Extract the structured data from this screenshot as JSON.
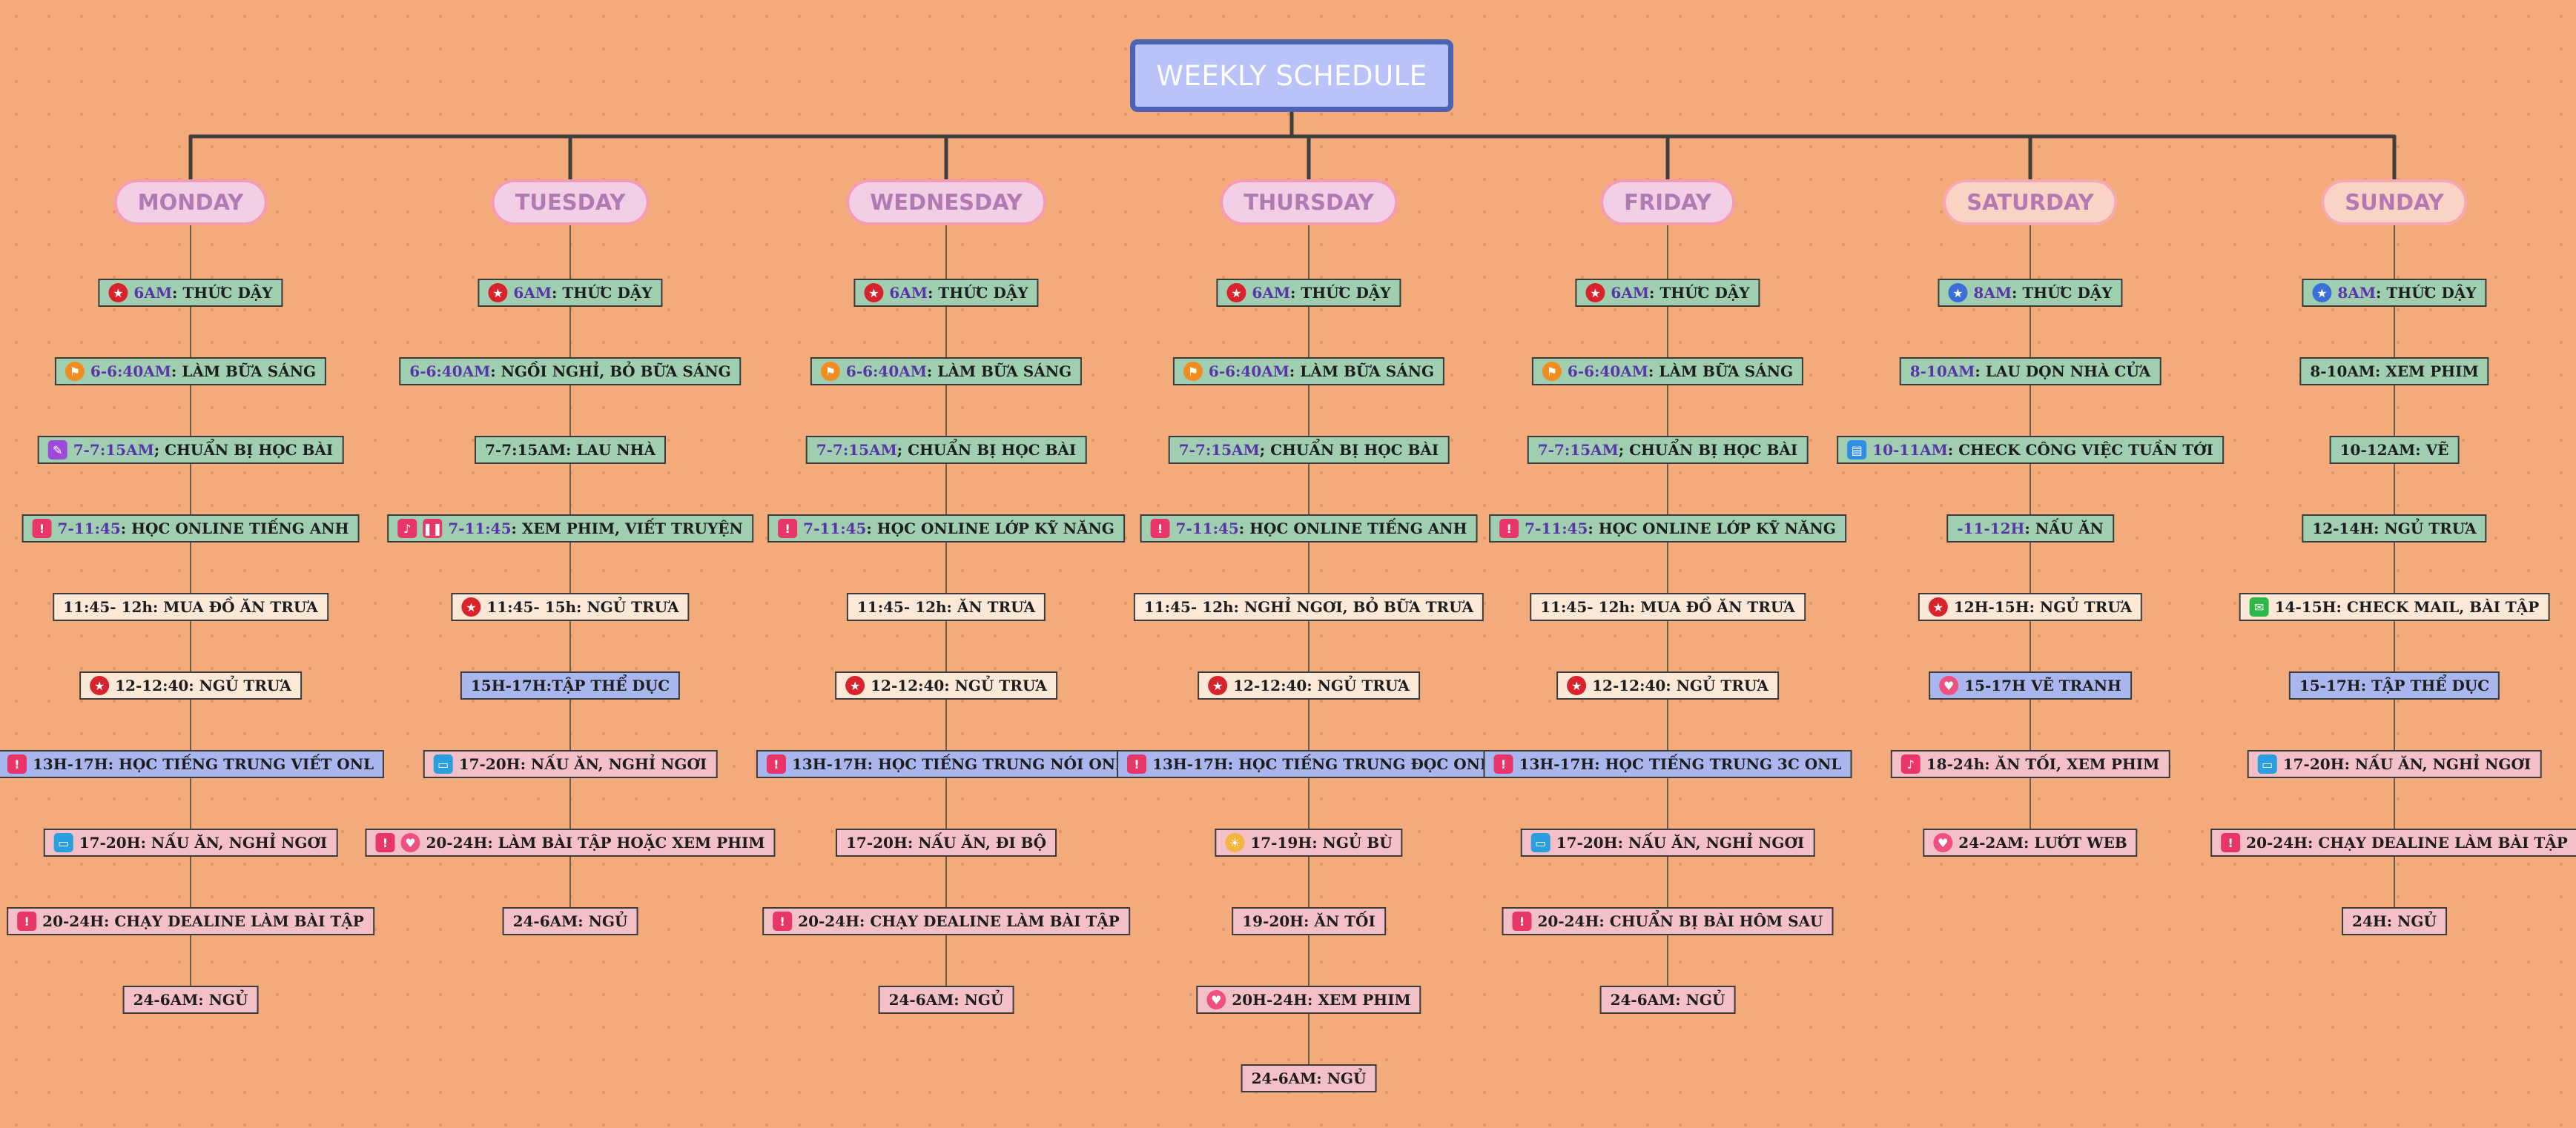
{
  "title": "WEEKLY SCHEDULE",
  "days": [
    {
      "name": "MONDAY",
      "tasks": [
        {
          "time": "6AM",
          "text": ": THỨC DẬY",
          "icons": [
            "star-icon"
          ],
          "color": "green"
        },
        {
          "time": "6-6:40AM",
          "text": ": LÀM BỮA SÁNG",
          "icons": [
            "flag-icon"
          ],
          "color": "green"
        },
        {
          "time": "7-7:15AM",
          "text": "; CHUẨN BỊ HỌC BÀI",
          "icons": [
            "pencil-icon"
          ],
          "color": "green"
        },
        {
          "time": "7-11:45",
          "text": ": HỌC ONLINE TIẾNG ANH",
          "icons": [
            "alert-icon"
          ],
          "color": "green"
        },
        {
          "time": "",
          "text": "11:45- 12h: MUA ĐỒ ĂN TRƯA",
          "icons": [],
          "color": "cream"
        },
        {
          "time": "",
          "text": "12-12:40: NGỦ TRƯA",
          "icons": [
            "star-icon"
          ],
          "color": "cream"
        },
        {
          "time": "",
          "text": "13H-17H: HỌC TIẾNG TRUNG VIẾT ONL",
          "icons": [
            "alert-icon"
          ],
          "color": "blue"
        },
        {
          "time": "",
          "text": "17-20H: NẤU ĂN, NGHỈ NGƠI",
          "icons": [
            "chat-icon"
          ],
          "color": "pink"
        },
        {
          "time": "",
          "text": "20-24H: CHẠY DEALINE LÀM BÀI TẬP",
          "icons": [
            "alert-icon"
          ],
          "color": "pink"
        },
        {
          "time": "",
          "text": "24-6AM: NGỦ",
          "icons": [],
          "color": "pink"
        }
      ]
    },
    {
      "name": "TUESDAY",
      "tasks": [
        {
          "time": "6AM",
          "text": ": THỨC DẬY",
          "icons": [
            "star-icon"
          ],
          "color": "green"
        },
        {
          "time": "6-6:40AM",
          "text": ": NGỒI NGHỈ, BỎ BỮA SÁNG",
          "icons": [],
          "color": "green"
        },
        {
          "time": "",
          "text": "7-7:15AM: LAU NHÀ",
          "icons": [],
          "color": "green"
        },
        {
          "time": "7-11:45",
          "text": ": XEM PHIM, VIẾT TRUYỆN",
          "icons": [
            "music-icon",
            "pause-icon"
          ],
          "color": "green"
        },
        {
          "time": "",
          "text": "11:45- 15h: NGỦ TRƯA",
          "icons": [
            "star-icon"
          ],
          "color": "cream"
        },
        {
          "time": "",
          "text": "15H-17H:TẬP THỂ DỤC",
          "icons": [],
          "color": "blue"
        },
        {
          "time": "",
          "text": "17-20H: NẤU ĂN, NGHỈ NGƠI",
          "icons": [
            "chat-icon"
          ],
          "color": "pink"
        },
        {
          "time": "",
          "text": "20-24H:  LÀM BÀI TẬP HOẶC XEM PHIM",
          "icons": [
            "alert-icon",
            "heart-icon"
          ],
          "color": "pink"
        },
        {
          "time": "",
          "text": "24-6AM: NGỦ",
          "icons": [],
          "color": "pink"
        }
      ]
    },
    {
      "name": "WEDNESDAY",
      "tasks": [
        {
          "time": "6AM",
          "text": ": THỨC DẬY",
          "icons": [
            "star-icon"
          ],
          "color": "green"
        },
        {
          "time": "6-6:40AM",
          "text": ": LÀM BỮA SÁNG",
          "icons": [
            "flag-icon"
          ],
          "color": "green"
        },
        {
          "time": "7-7:15AM",
          "text": "; CHUẨN BỊ HỌC BÀI",
          "icons": [],
          "color": "green"
        },
        {
          "time": "7-11:45",
          "text": ": HỌC ONLINE LỚP KỸ NĂNG",
          "icons": [
            "alert-icon"
          ],
          "color": "green"
        },
        {
          "time": "",
          "text": "11:45- 12h: ĂN TRƯA",
          "icons": [],
          "color": "cream"
        },
        {
          "time": "",
          "text": "12-12:40: NGỦ TRƯA",
          "icons": [
            "star-icon"
          ],
          "color": "cream"
        },
        {
          "time": "",
          "text": "13H-17H: HỌC TIẾNG TRUNG NÓI ONL",
          "icons": [
            "alert-icon"
          ],
          "color": "blue"
        },
        {
          "time": "",
          "text": "17-20H: NẤU ĂN, ĐI BỘ",
          "icons": [],
          "color": "pink"
        },
        {
          "time": "",
          "text": "20-24H: CHẠY DEALINE LÀM BÀI TẬP",
          "icons": [
            "alert-icon"
          ],
          "color": "pink"
        },
        {
          "time": "",
          "text": "24-6AM: NGỦ",
          "icons": [],
          "color": "pink"
        }
      ]
    },
    {
      "name": "THURSDAY",
      "tasks": [
        {
          "time": "6AM",
          "text": ": THỨC DẬY",
          "icons": [
            "star-icon"
          ],
          "color": "green"
        },
        {
          "time": "6-6:40AM",
          "text": ": LÀM BỮA SÁNG",
          "icons": [
            "flag-icon"
          ],
          "color": "green"
        },
        {
          "time": "7-7:15AM",
          "text": "; CHUẨN BỊ HỌC BÀI",
          "icons": [],
          "color": "green"
        },
        {
          "time": "7-11:45",
          "text": ": HỌC ONLINE TIẾNG ANH",
          "icons": [
            "alert-icon"
          ],
          "color": "green"
        },
        {
          "time": "",
          "text": "11:45- 12h: NGHỈ NGƠI, BỎ BỮA TRƯA",
          "icons": [],
          "color": "cream"
        },
        {
          "time": "",
          "text": "12-12:40: NGỦ TRƯA",
          "icons": [
            "star-icon"
          ],
          "color": "cream"
        },
        {
          "time": "",
          "text": "13H-17H: HỌC TIẾNG TRUNG ĐỌC ONL",
          "icons": [
            "alert-icon"
          ],
          "color": "blue"
        },
        {
          "time": "",
          "text": "17-19H: NGỦ BÙ",
          "icons": [
            "sun-icon"
          ],
          "color": "pink"
        },
        {
          "time": "",
          "text": "19-20H: ĂN TỐI",
          "icons": [],
          "color": "pink"
        },
        {
          "time": "",
          "text": "20H-24H: XEM PHIM",
          "icons": [
            "heart-icon"
          ],
          "color": "pink"
        },
        {
          "time": "",
          "text": "24-6AM: NGỦ",
          "icons": [],
          "color": "pink"
        }
      ]
    },
    {
      "name": "FRIDAY",
      "tasks": [
        {
          "time": "6AM",
          "text": ": THỨC DẬY",
          "icons": [
            "star-icon"
          ],
          "color": "green"
        },
        {
          "time": "6-6:40AM",
          "text": ": LÀM BỮA SÁNG",
          "icons": [
            "flag-icon"
          ],
          "color": "green"
        },
        {
          "time": "7-7:15AM",
          "text": "; CHUẨN BỊ HỌC BÀI",
          "icons": [],
          "color": "green"
        },
        {
          "time": "7-11:45",
          "text": ": HỌC ONLINE LỚP KỸ NĂNG",
          "icons": [
            "alert-icon"
          ],
          "color": "green"
        },
        {
          "time": "",
          "text": "11:45- 12h: MUA ĐỒ ĂN TRƯA",
          "icons": [],
          "color": "cream"
        },
        {
          "time": "",
          "text": "12-12:40: NGỦ TRƯA",
          "icons": [
            "star-icon"
          ],
          "color": "cream"
        },
        {
          "time": "",
          "text": "13H-17H: HỌC TIẾNG TRUNG 3C ONL",
          "icons": [
            "alert-icon"
          ],
          "color": "blue"
        },
        {
          "time": "",
          "text": "17-20H: NẤU ĂN, NGHỈ NGƠI",
          "icons": [
            "chat-icon"
          ],
          "color": "pink"
        },
        {
          "time": "",
          "text": "20-24H: CHUẨN BỊ BÀI HÔM SAU",
          "icons": [
            "alert-icon"
          ],
          "color": "pink"
        },
        {
          "time": "",
          "text": "24-6AM: NGỦ",
          "icons": [],
          "color": "pink"
        }
      ]
    },
    {
      "name": "SATURDAY",
      "tasks": [
        {
          "time": "8AM",
          "text": ": THỨC DẬY",
          "icons": [
            "star-blue-icon"
          ],
          "color": "green"
        },
        {
          "time": "8-10AM",
          "text": ": LAU DỌN NHÀ CỬA",
          "icons": [],
          "color": "green"
        },
        {
          "time": "10-11AM",
          "text": ": CHECK CÔNG VIỆC TUẦN TỚI",
          "icons": [
            "document-icon"
          ],
          "color": "green"
        },
        {
          "time": "-11-12H",
          "text": ": NẤU ĂN",
          "icons": [],
          "color": "green"
        },
        {
          "time": "",
          "text": "12H-15H: NGỦ TRƯA",
          "icons": [
            "star-icon"
          ],
          "color": "cream"
        },
        {
          "time": "",
          "text": "15-17H VẼ TRANH",
          "icons": [
            "heart-icon"
          ],
          "color": "blue"
        },
        {
          "time": "",
          "text": "18-24h: ĂN TỐI, XEM PHIM",
          "icons": [
            "music-icon"
          ],
          "color": "pink"
        },
        {
          "time": "",
          "text": "24-2AM: LƯỚT WEB",
          "icons": [
            "heart-icon"
          ],
          "color": "pink"
        }
      ]
    },
    {
      "name": "SUNDAY",
      "tasks": [
        {
          "time": "8AM",
          "text": ": THỨC DẬY",
          "icons": [
            "star-blue-icon"
          ],
          "color": "green"
        },
        {
          "time": "",
          "text": "8-10AM: XEM PHIM",
          "icons": [],
          "color": "green"
        },
        {
          "time": "",
          "text": "10-12AM: VẼ",
          "icons": [],
          "color": "green"
        },
        {
          "time": "",
          "text": "12-14H: NGỦ TRƯA",
          "icons": [],
          "color": "green"
        },
        {
          "time": "",
          "text": "14-15H: CHECK MAIL, BÀI TẬP",
          "icons": [
            "message-icon"
          ],
          "color": "cream"
        },
        {
          "time": "",
          "text": "15-17H: TẬP THỂ DỤC",
          "icons": [],
          "color": "blue"
        },
        {
          "time": "",
          "text": "17-20H: NẤU ĂN, NGHỈ NGƠI",
          "icons": [
            "chat-icon"
          ],
          "color": "pink"
        },
        {
          "time": "",
          "text": "20-24H: CHẠY DEALINE LÀM BÀI TẬP",
          "icons": [
            "alert-icon"
          ],
          "color": "pink"
        },
        {
          "time": "",
          "text": "24H: NGỦ",
          "icons": [],
          "color": "pink"
        }
      ]
    }
  ]
}
